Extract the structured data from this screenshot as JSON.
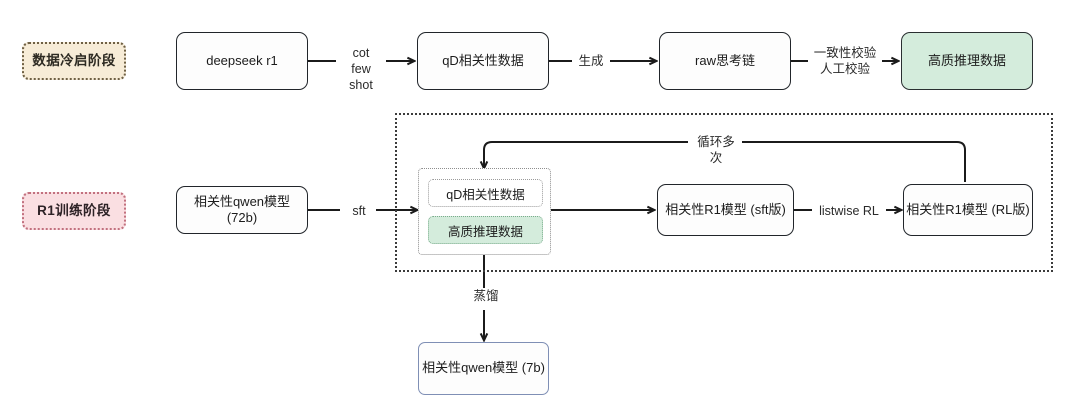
{
  "diagram": {
    "title_visible": false,
    "stages": [
      {
        "id": "cold-start",
        "label": "数据冷启阶段",
        "fill": "#f7ecd7",
        "border": "#6f6044"
      },
      {
        "id": "r1-training",
        "label": "R1训练阶段",
        "fill": "#fadfe2",
        "border": "#c2717f"
      }
    ],
    "nodes": [
      {
        "id": "deepseek-r1",
        "label": "deepseek r1",
        "style": "plain"
      },
      {
        "id": "qd-relevance-data",
        "label": "qD相关性数据",
        "style": "plain"
      },
      {
        "id": "raw-cot",
        "label": "raw思考链",
        "style": "plain"
      },
      {
        "id": "high-quality-data",
        "label": "高质推理数据",
        "style": "green"
      },
      {
        "id": "qwen-72b",
        "label": "相关性qwen模型 (72b)",
        "style": "plain"
      },
      {
        "id": "r1-sft",
        "label": "相关性R1模型 (sft版)",
        "style": "plain"
      },
      {
        "id": "r1-rl",
        "label": "相关性R1模型 (RL版)",
        "style": "plain"
      },
      {
        "id": "qwen-7b",
        "label": "相关性qwen模型 (7b)",
        "style": "blue-outline"
      }
    ],
    "dataset_group": {
      "id": "sft-dataset-group",
      "items": [
        {
          "id": "qd-relevance-chip",
          "label": "qD相关性数据",
          "style": "plain"
        },
        {
          "id": "high-quality-chip",
          "label": "高质推理数据",
          "style": "green"
        }
      ]
    },
    "edge_labels": [
      {
        "id": "cot-few-shot",
        "text": "cot\nfew shot"
      },
      {
        "id": "generate",
        "text": "生成"
      },
      {
        "id": "consistency-check",
        "text": "一致性校验\n人工校验"
      },
      {
        "id": "sft",
        "text": "sft"
      },
      {
        "id": "listwise-rl",
        "text": "listwise RL"
      },
      {
        "id": "loop-many-times",
        "text": "循环多次"
      },
      {
        "id": "distill",
        "text": "蒸馏"
      }
    ],
    "colors": {
      "green_fill": "#d4ecdc",
      "beige_fill": "#f7ecd7",
      "pink_fill": "#fadfe2",
      "blue_border": "#7f8fb5",
      "line": "#1b1b1b",
      "background": "#ffffff"
    }
  }
}
